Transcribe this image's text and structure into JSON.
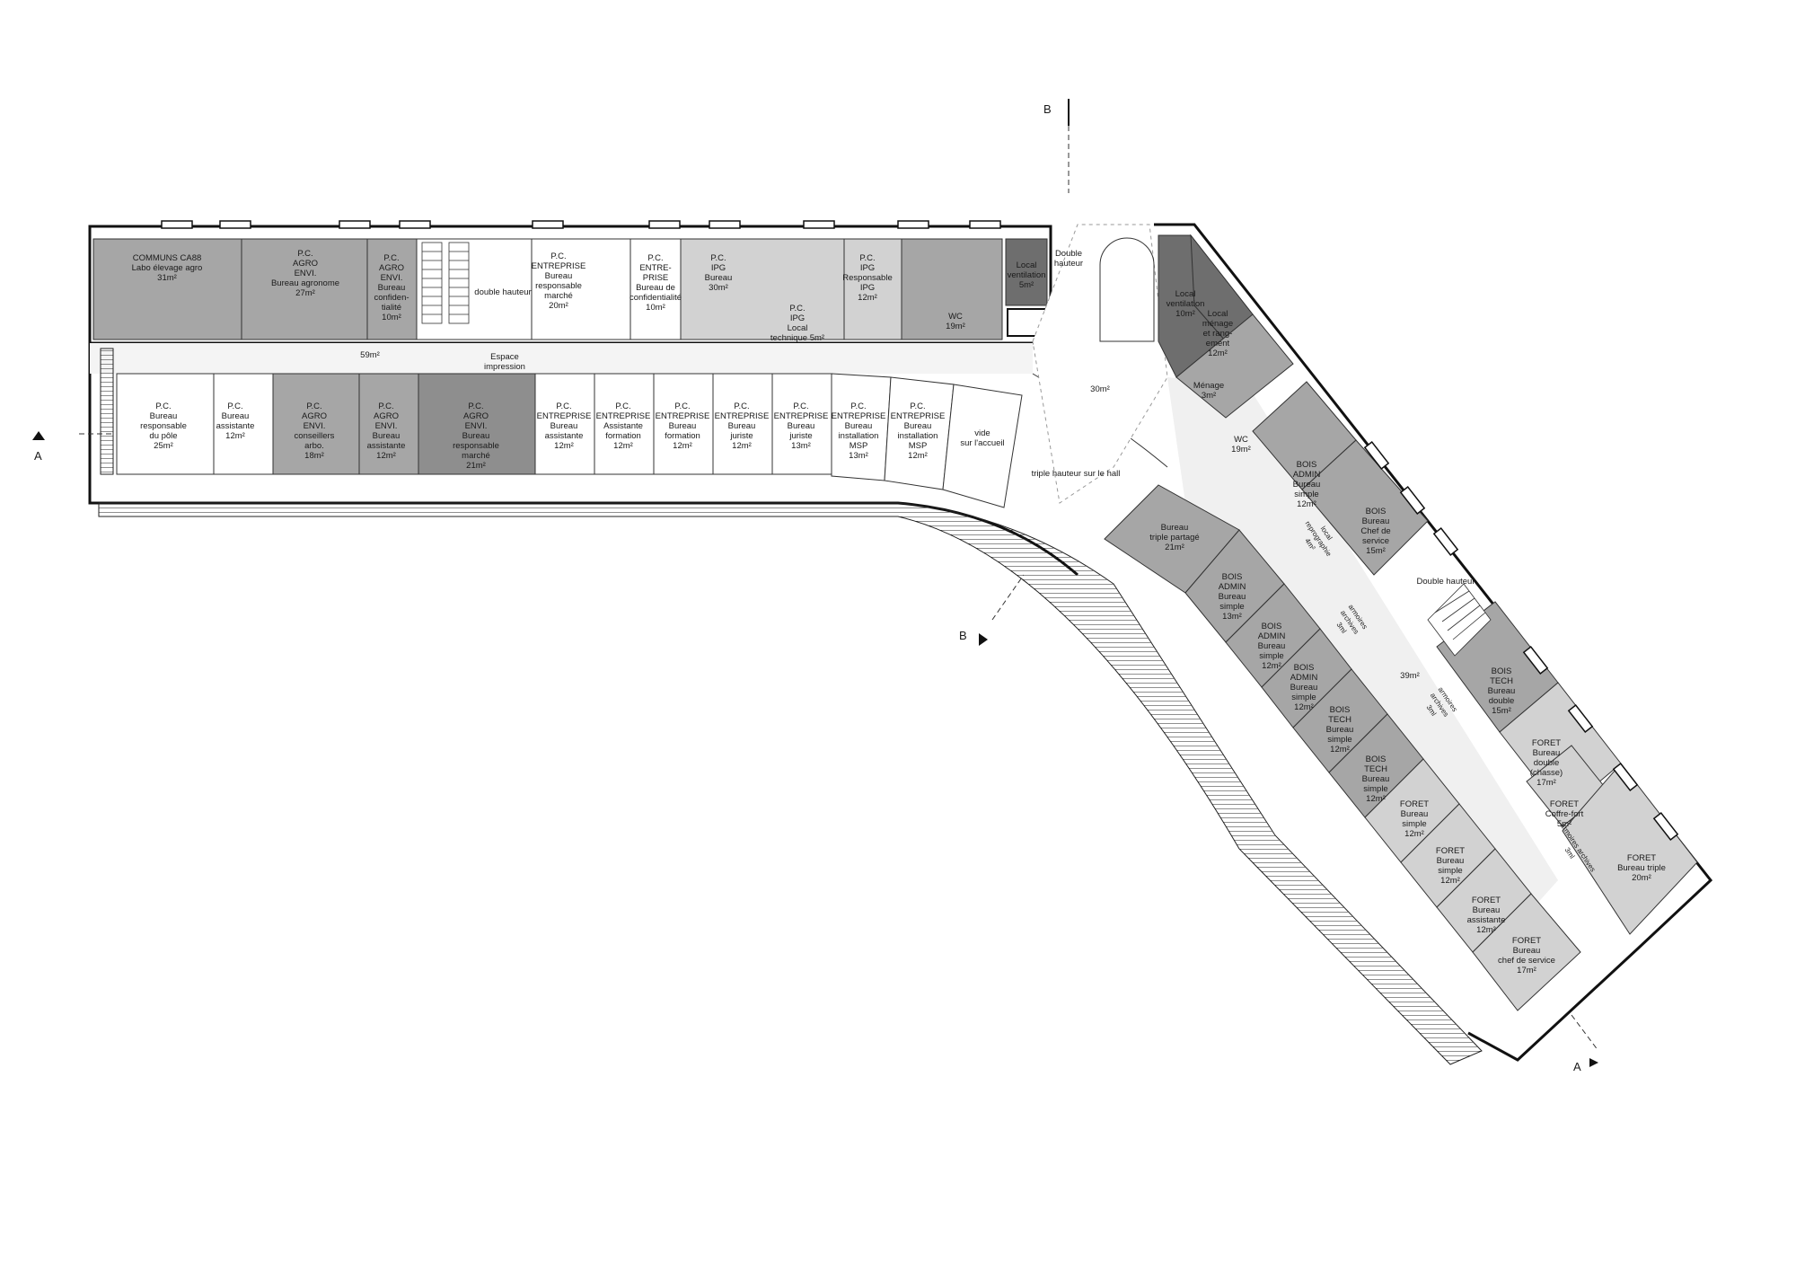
{
  "plan": {
    "section_a": "A",
    "section_b": "B",
    "north_wing": [
      {
        "id": "n1",
        "lines": [
          "COMMUNS CA88",
          "Labo élevage agro",
          "31m²"
        ]
      },
      {
        "id": "n2",
        "lines": [
          "P.C.",
          "AGRO",
          "ENVI.",
          "Bureau agronome",
          "27m²"
        ]
      },
      {
        "id": "n3",
        "lines": [
          "P.C.",
          "AGRO",
          "ENVI.",
          "Bureau",
          "confiden-",
          "tialité",
          "10m²"
        ]
      },
      {
        "id": "n4",
        "lines": [
          "double hauteur"
        ]
      },
      {
        "id": "n5",
        "lines": [
          "P.C.",
          "ENTREPRISE",
          "Bureau",
          "responsable",
          "marché",
          "20m²"
        ]
      },
      {
        "id": "n6",
        "lines": [
          "P.C.",
          "ENTRE-",
          "PRISE",
          "Bureau de",
          "confidentialité",
          "10m²"
        ]
      },
      {
        "id": "n7",
        "lines": [
          "P.C.",
          "IPG",
          "Bureau",
          "30m²"
        ]
      },
      {
        "id": "n8",
        "lines": [
          "P.C.",
          "IPG",
          "Local",
          "technique 5m²"
        ]
      },
      {
        "id": "n9",
        "lines": [
          "P.C.",
          "IPG",
          "Responsable",
          "IPG",
          "12m²"
        ]
      },
      {
        "id": "n10",
        "lines": [
          "WC",
          "19m²"
        ]
      },
      {
        "id": "n11",
        "lines": [
          "Local",
          "ventilation",
          "5m²"
        ]
      },
      {
        "id": "n12",
        "lines": [
          "Double",
          "hauteur"
        ]
      }
    ],
    "south_row": [
      {
        "id": "s1",
        "lines": [
          "P.C.",
          "Bureau",
          "responsable",
          "du pôle",
          "25m²"
        ]
      },
      {
        "id": "s2",
        "lines": [
          "P.C.",
          "Bureau",
          "assistante",
          "12m²"
        ]
      },
      {
        "id": "s3",
        "lines": [
          "P.C.",
          "AGRO",
          "ENVI.",
          "conseillers",
          "arbo.",
          "18m²"
        ]
      },
      {
        "id": "s4",
        "lines": [
          "P.C.",
          "AGRO",
          "ENVI.",
          "Bureau",
          "assistante",
          "12m²"
        ]
      },
      {
        "id": "s5",
        "lines": [
          "P.C.",
          "AGRO",
          "ENVI.",
          "Bureau",
          "responsable",
          "marché",
          "21m²"
        ]
      },
      {
        "id": "s6",
        "lines": [
          "P.C.",
          "ENTREPRISE",
          "Bureau",
          "assistante",
          "12m²"
        ]
      },
      {
        "id": "s7",
        "lines": [
          "P.C.",
          "ENTREPRISE",
          "Assistante",
          "formation",
          "12m²"
        ]
      },
      {
        "id": "s8",
        "lines": [
          "P.C.",
          "ENTREPRISE",
          "Bureau",
          "formation",
          "12m²"
        ]
      },
      {
        "id": "s9",
        "lines": [
          "P.C.",
          "ENTREPRISE",
          "Bureau",
          "juriste",
          "12m²"
        ]
      },
      {
        "id": "s10",
        "lines": [
          "P.C.",
          "ENTREPRISE",
          "Bureau",
          "juriste",
          "13m²"
        ]
      },
      {
        "id": "s11",
        "lines": [
          "P.C.",
          "ENTREPRISE",
          "Bureau",
          "installation",
          "MSP",
          "13m²"
        ]
      },
      {
        "id": "s12",
        "lines": [
          "P.C.",
          "ENTREPRISE",
          "Bureau",
          "installation",
          "MSP",
          "12m²"
        ]
      },
      {
        "id": "s13",
        "lines": [
          "vide",
          "sur l'accueil"
        ]
      }
    ],
    "circulation": [
      {
        "id": "c1",
        "lines": [
          "59m²"
        ]
      },
      {
        "id": "c2",
        "lines": [
          "Espace",
          "impression"
        ]
      },
      {
        "id": "c3",
        "lines": [
          "30m²"
        ]
      },
      {
        "id": "c4",
        "lines": [
          "triple hauteur sur le hall"
        ]
      },
      {
        "id": "c5",
        "lines": [
          "39m²"
        ]
      }
    ],
    "east_outer": [
      {
        "id": "e1",
        "lines": [
          "Local",
          "ventilation",
          "10m²"
        ]
      },
      {
        "id": "e2",
        "lines": [
          "Local",
          "ménage",
          "et rang-",
          "ement",
          "12m²"
        ]
      },
      {
        "id": "e3",
        "lines": [
          "Ménage",
          "3m²"
        ]
      },
      {
        "id": "e4",
        "lines": [
          "WC",
          "19m²"
        ]
      },
      {
        "id": "e5",
        "lines": [
          "BOIS",
          "ADMIN",
          "Bureau",
          "simple",
          "12m²"
        ]
      },
      {
        "id": "e6",
        "lines": [
          "BOIS",
          "Bureau",
          "Chef de",
          "service",
          "15m²"
        ]
      },
      {
        "id": "e7",
        "lines": [
          "Double hauteur"
        ]
      },
      {
        "id": "e8",
        "lines": [
          "BOIS",
          "TECH",
          "Bureau",
          "double",
          "15m²"
        ]
      },
      {
        "id": "e9",
        "lines": [
          "FORET",
          "Bureau",
          "double",
          "(chasse)",
          "17m²"
        ]
      },
      {
        "id": "e10",
        "lines": [
          "FORET",
          "Coffre-fort",
          "5m²"
        ]
      },
      {
        "id": "e11",
        "lines": [
          "FORET",
          "Bureau triple",
          "20m²"
        ]
      }
    ],
    "east_inner": [
      {
        "id": "i1",
        "lines": [
          "Bureau",
          "triple partagé",
          "21m²"
        ]
      },
      {
        "id": "i2",
        "lines": [
          "BOIS",
          "ADMIN",
          "Bureau",
          "simple",
          "13m²"
        ]
      },
      {
        "id": "i3",
        "lines": [
          "BOIS",
          "ADMIN",
          "Bureau",
          "simple",
          "12m²"
        ]
      },
      {
        "id": "i4",
        "lines": [
          "BOIS",
          "ADMIN",
          "Bureau",
          "simple",
          "12m²"
        ]
      },
      {
        "id": "i5",
        "lines": [
          "BOIS",
          "TECH",
          "Bureau",
          "simple",
          "12m²"
        ]
      },
      {
        "id": "i6",
        "lines": [
          "BOIS",
          "TECH",
          "Bureau",
          "simple",
          "12m²"
        ]
      },
      {
        "id": "i7",
        "lines": [
          "FORET",
          "Bureau",
          "simple",
          "12m²"
        ]
      },
      {
        "id": "i8",
        "lines": [
          "FORET",
          "Bureau",
          "simple",
          "12m²"
        ]
      },
      {
        "id": "i9",
        "lines": [
          "FORET",
          "Bureau",
          "assistante",
          "12m²"
        ]
      },
      {
        "id": "i10",
        "lines": [
          "FORET",
          "Bureau",
          "chef de service",
          "17m²"
        ]
      }
    ],
    "storage": [
      {
        "id": "st1",
        "lines": [
          "local",
          "reprographie",
          "4m²"
        ]
      },
      {
        "id": "st2",
        "lines": [
          "armoires",
          "archives",
          "3ml"
        ]
      },
      {
        "id": "st3",
        "lines": [
          "armoires",
          "archives",
          "3ml"
        ]
      },
      {
        "id": "st4",
        "lines": [
          "armoires archives",
          "3ml"
        ]
      }
    ]
  }
}
